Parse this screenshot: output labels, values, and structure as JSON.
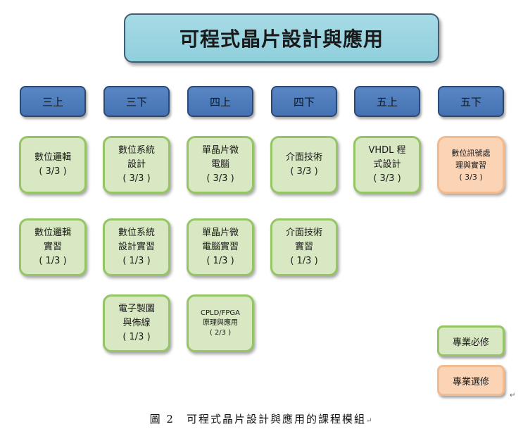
{
  "title": "可程式晶片設計與應用",
  "semesters": [
    "三上",
    "三下",
    "四上",
    "四下",
    "五上",
    "五下"
  ],
  "courses": {
    "c1": "數位邏輯\n( 3/3 )",
    "c2": "數位系統\n設計\n( 3/3 )",
    "c3": "單晶片微\n電腦\n( 3/3 )",
    "c4": "介面技術\n( 3/3 )",
    "c5": "VHDL 程\n式設計\n( 3/3 )",
    "c6": "數位訊號處\n理與實習\n( 3/3 )",
    "c7": "數位邏輯\n實習\n( 1/3 )",
    "c8": "數位系統\n設計實習\n( 1/3 )",
    "c9": "單晶片微\n電腦實習\n( 1/3 )",
    "c10": "介面技術\n實習\n( 1/3 )",
    "c11": "電子製圖\n與佈線\n( 1/3 )",
    "c12": "CPLD/FPGA\n原理與應用\n( 2/3 )"
  },
  "legend": {
    "required": "專業必修",
    "elective": "專業選修"
  },
  "caption": "圖 2　可程式晶片設計與應用的課程模組",
  "colors": {
    "title_fill": "#9dd6e2",
    "semester_fill": "#4f7ebf",
    "required_fill": "#d8e8c2",
    "required_border": "#95c564",
    "elective_fill": "#fbd3b5",
    "elective_border": "#f1bb8f"
  }
}
